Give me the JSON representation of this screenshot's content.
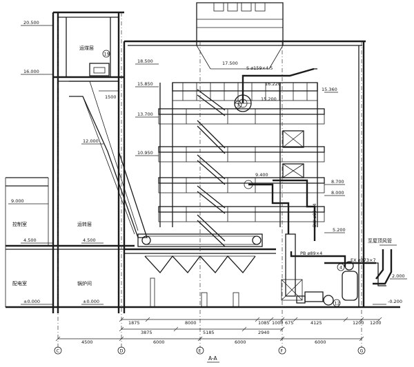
{
  "elevations_left": [
    "20.500",
    "16.000",
    "9.000",
    "4.500",
    "±0.000"
  ],
  "elevations_bunker": [
    "12.000",
    "4.500",
    "±0.000"
  ],
  "elevations_boiler": [
    "18.500",
    "17.500",
    "16.220",
    "15.850",
    "15.360",
    "15.200",
    "13.700",
    "10.950",
    "9.400",
    "8.700",
    "8.000",
    "5.200",
    "2.000",
    "-0.200"
  ],
  "room_labels": {
    "coal_conveyor_floor": "运煤层",
    "control_room": "控制室",
    "coal_transfer_floor": "运转层",
    "electrical_room": "配电室",
    "boiler_room": "锅炉间",
    "outdoor_fan": "至屋顶风管"
  },
  "pipe_labels": {
    "steam": "S  ø159×4.5",
    "boiler_water": "BW ø89×4",
    "pb": "PB  ø89×4",
    "ex": "EX  ø273×7"
  },
  "dimension_1500": "1500",
  "callouts": [
    "19",
    "1",
    "4",
    "12"
  ],
  "dims_row1": [
    "1875",
    "8000",
    "1085",
    "1000",
    "675",
    "4125",
    "1200",
    "1200"
  ],
  "dims_row2": [
    "3875",
    "5185",
    "2940"
  ],
  "dims_row3": [
    "4500",
    "6000",
    "6000",
    "6000"
  ],
  "grid_axes": [
    "C",
    "D",
    "E",
    "F",
    "G"
  ],
  "section_title": "A-A"
}
